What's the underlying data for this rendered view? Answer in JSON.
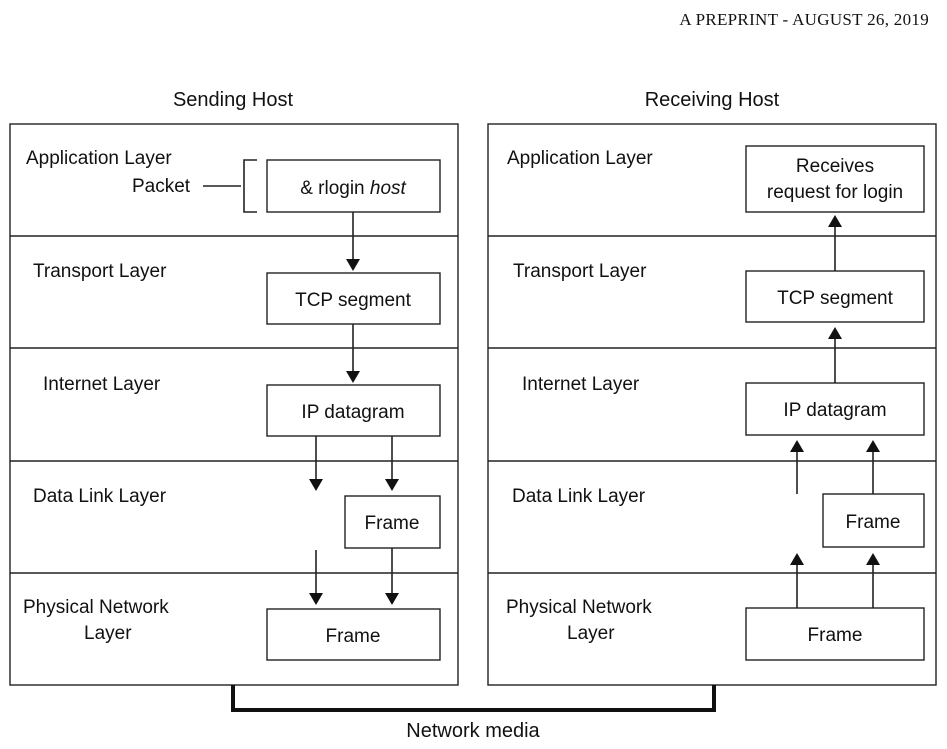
{
  "header": {
    "text": "A PREPRINT - AUGUST 26, 2019"
  },
  "sending": {
    "title": "Sending Host",
    "layers": [
      "Application Layer",
      "Transport Layer",
      "Internet Layer",
      "Data Link Layer",
      "Physical Network",
      "Layer"
    ],
    "packet_label": "Packet",
    "boxes": {
      "app_prefix": "& rlogin ",
      "app_host": "host",
      "tcp": "TCP segment",
      "ip": "IP datagram",
      "frame_dl": "Frame",
      "frame_phys": "Frame"
    }
  },
  "receiving": {
    "title": "Receiving Host",
    "layers": [
      "Application Layer",
      "Transport Layer",
      "Internet Layer",
      "Data Link Layer",
      "Physical Network",
      "Layer"
    ],
    "boxes": {
      "app_line1": "Receives",
      "app_line2": "request for login",
      "tcp": "TCP segment",
      "ip": "IP datagram",
      "frame_dl": "Frame",
      "frame_phys": "Frame"
    }
  },
  "media_label": "Network media"
}
